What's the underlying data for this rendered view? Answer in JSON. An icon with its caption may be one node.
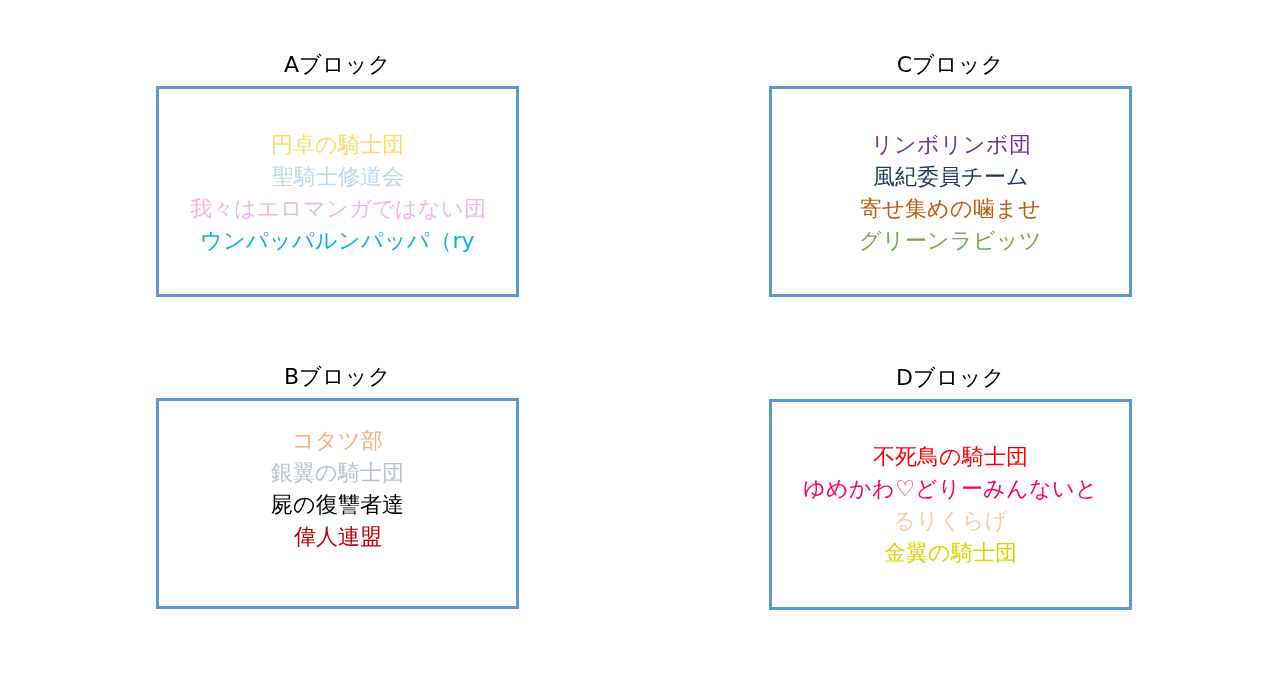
{
  "diagram": {
    "nodes": [
      {
        "text": [
          "Aブロック",
          "円卓の騎士団",
          "聖騎士修道会",
          "我々はエロマンガではない団",
          "ウンパッパルンパッパ（ry"
        ]
      },
      {
        "text": [
          "Cブロック",
          "リンボリンボ団",
          "風紀委員チーム",
          "寄せ集めの噛ませ",
          "グリーンラビッツ"
        ]
      },
      {
        "text": [
          "Bブロック",
          "コタツ部",
          "銀翼の騎士団",
          "屍の復讐者達",
          "偉人連盟"
        ]
      },
      {
        "text": [
          "Dブロック",
          "不死鳥の騎士団",
          "ゆめかわ♡どりーみんないと",
          "るりくらげ",
          "金翼の騎士団"
        ]
      }
    ]
  }
}
